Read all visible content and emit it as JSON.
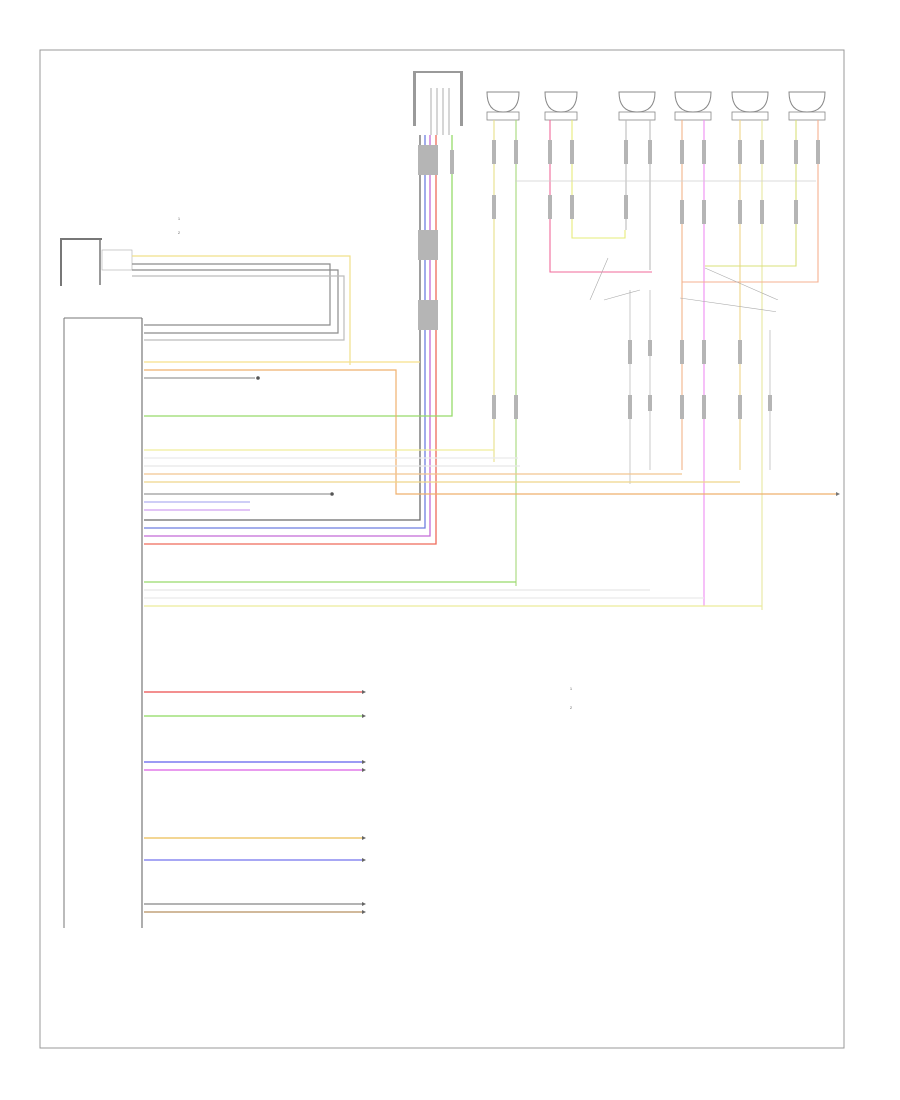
{
  "footer": {
    "code": ""
  },
  "connectors": {
    "antenna_amp": {
      "title_line1": "",
      "title_line2": "",
      "pins": [
        "",
        "",
        "",
        ""
      ]
    },
    "speakers": [
      {
        "id": "left-rear-speaker",
        "label_lines": [
          "",
          ""
        ]
      },
      {
        "id": "left-tweeter",
        "label_lines": [
          "",
          "",
          ""
        ]
      },
      {
        "id": "left-front-speaker",
        "label_lines": [
          "",
          "",
          ""
        ]
      },
      {
        "id": "right-front-speaker",
        "label_lines": [
          "",
          "",
          ""
        ]
      },
      {
        "id": "right-rear-speaker",
        "label_lines": [
          "",
          ""
        ]
      },
      {
        "id": "right-tweeter",
        "label_lines": [
          "",
          "",
          ""
        ]
      }
    ]
  },
  "notes": {
    "legend1": "",
    "legend2": "",
    "legend_num1": "1",
    "legend_num2": "2"
  },
  "module": {
    "name": "",
    "subname": ""
  },
  "right_labels": {
    "ground_tag": ""
  }
}
